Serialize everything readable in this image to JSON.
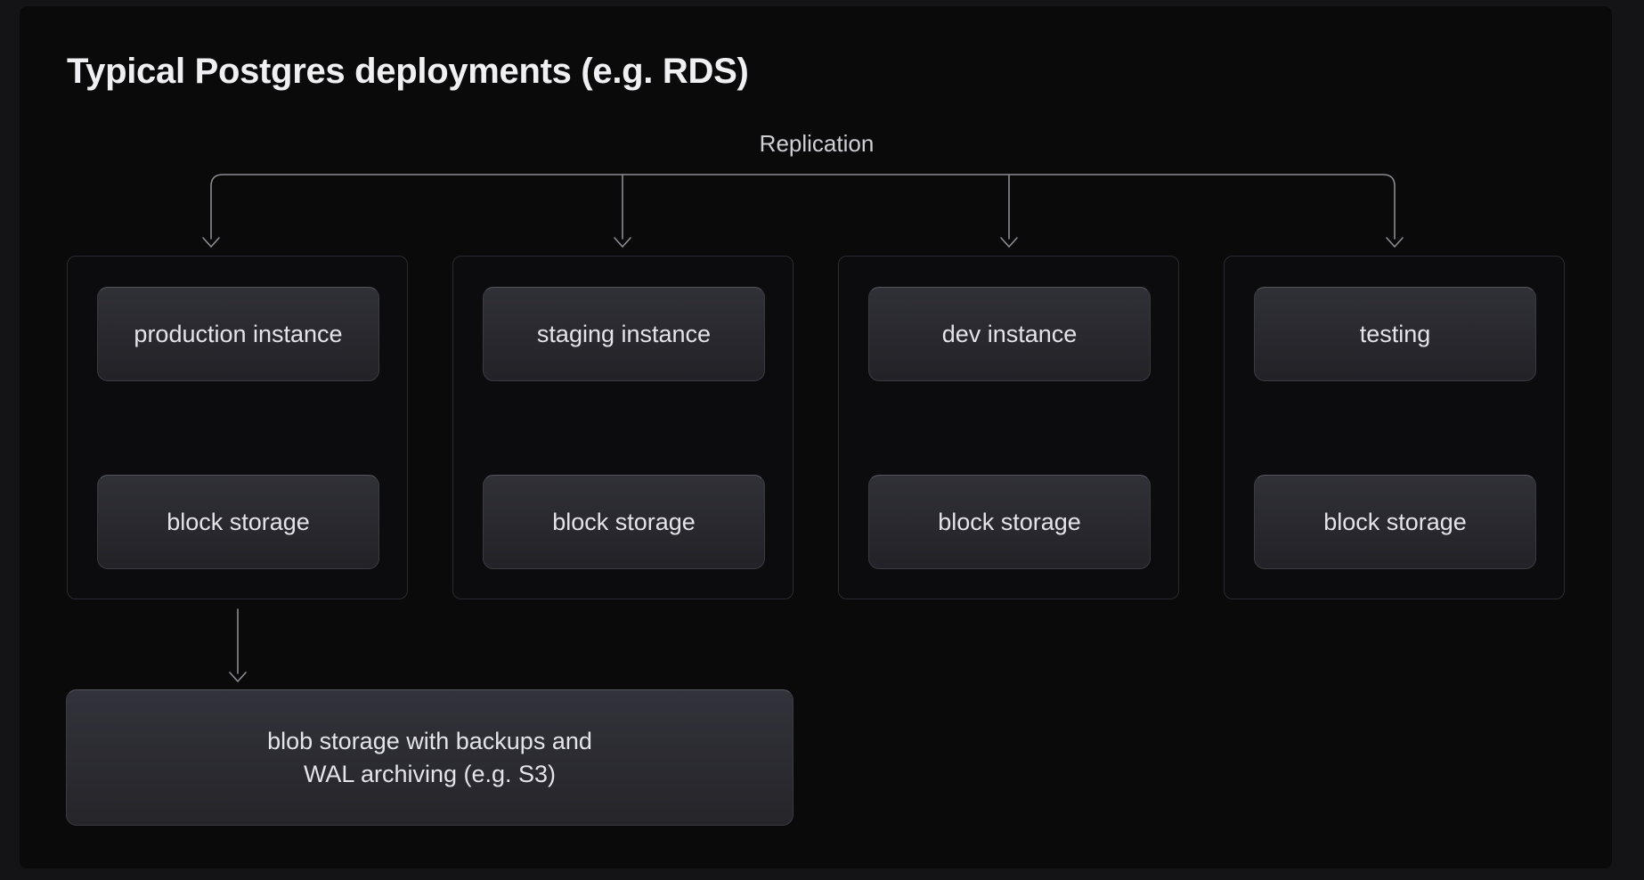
{
  "title": "Typical Postgres deployments (e.g. RDS)",
  "replication": {
    "label": "Replication"
  },
  "columns": [
    {
      "id": "production",
      "instance_label": "production instance",
      "storage_label": "block storage"
    },
    {
      "id": "staging",
      "instance_label": "staging instance",
      "storage_label": "block storage"
    },
    {
      "id": "dev",
      "instance_label": "dev instance",
      "storage_label": "block storage"
    },
    {
      "id": "testing",
      "instance_label": "testing",
      "storage_label": "block storage"
    }
  ],
  "blob_storage": {
    "line1": "blob storage with backups and",
    "line2": "WAL archiving (e.g. S3)"
  },
  "colors": {
    "page_background": "#141417",
    "canvas_background": "#0a0a0b",
    "container_border": "#2a2a31",
    "node_fill_top": "#303037",
    "node_fill_bottom": "#222227",
    "node_border": "#3a3a42",
    "connector": "#8b8b92",
    "title_text": "#f0f0f2",
    "node_text": "#e4e4e8",
    "replication_label_text": "#cfcfd4"
  }
}
